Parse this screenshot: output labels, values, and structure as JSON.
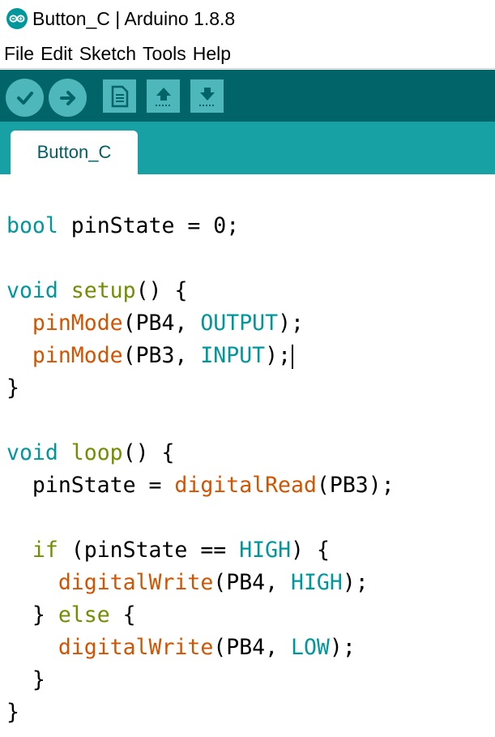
{
  "window": {
    "title": "Button_C | Arduino 1.8.8"
  },
  "menu": [
    "File",
    "Edit",
    "Sketch",
    "Tools",
    "Help"
  ],
  "toolbar": {
    "buttons": [
      "verify",
      "upload",
      "new",
      "open",
      "save"
    ]
  },
  "tabs": [
    {
      "label": "Button_C"
    }
  ],
  "code": {
    "l1": {
      "a": "bool",
      "b": " pinState = 0;"
    },
    "l2": {
      "a": "void",
      "b": " ",
      "c": "setup",
      "d": "() {"
    },
    "l3": {
      "a": "  ",
      "b": "pinMode",
      "c": "(PB4, ",
      "d": "OUTPUT",
      "e": ");"
    },
    "l4": {
      "a": "  ",
      "b": "pinMode",
      "c": "(PB3, ",
      "d": "INPUT",
      "e": ");"
    },
    "l5": {
      "a": "}"
    },
    "l6": {
      "a": "void",
      "b": " ",
      "c": "loop",
      "d": "() {"
    },
    "l7": {
      "a": "  pinState = ",
      "b": "digitalRead",
      "c": "(PB3);"
    },
    "l8": {
      "a": "  ",
      "b": "if",
      "c": " (pinState == ",
      "d": "HIGH",
      "e": ") {"
    },
    "l9": {
      "a": "    ",
      "b": "digitalWrite",
      "c": "(PB4, ",
      "d": "HIGH",
      "e": ");"
    },
    "l10": {
      "a": "  } ",
      "b": "else",
      "c": " {"
    },
    "l11": {
      "a": "    ",
      "b": "digitalWrite",
      "c": "(PB4, ",
      "d": "LOW",
      "e": ");"
    },
    "l12": {
      "a": "  }"
    },
    "l13": {
      "a": "}"
    }
  },
  "colors": {
    "toolbar_bg": "#006468",
    "tabbar_bg": "#17a1a5",
    "button_bg": "#4db7bb",
    "keyword_type": "#00979c",
    "keyword_control": "#728e00",
    "function": "#d35400"
  }
}
